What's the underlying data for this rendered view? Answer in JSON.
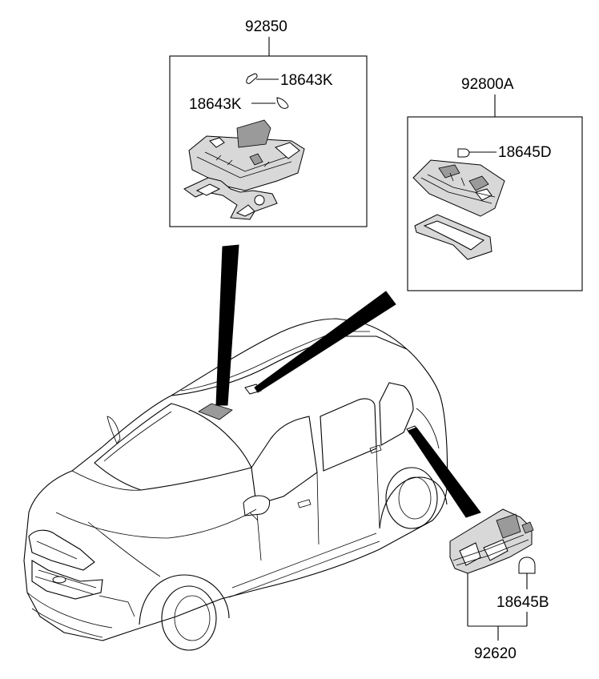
{
  "diagram": {
    "assemblies": {
      "overhead_console": {
        "part_number": "92850",
        "bulbs": [
          {
            "part_number": "18643K"
          },
          {
            "part_number": "18643K"
          }
        ]
      },
      "room_lamp": {
        "part_number": "92800A",
        "bulb": {
          "part_number": "18645D"
        }
      },
      "luggage_lamp": {
        "part_number": "92620",
        "bulb": {
          "part_number": "18645B"
        }
      }
    }
  }
}
